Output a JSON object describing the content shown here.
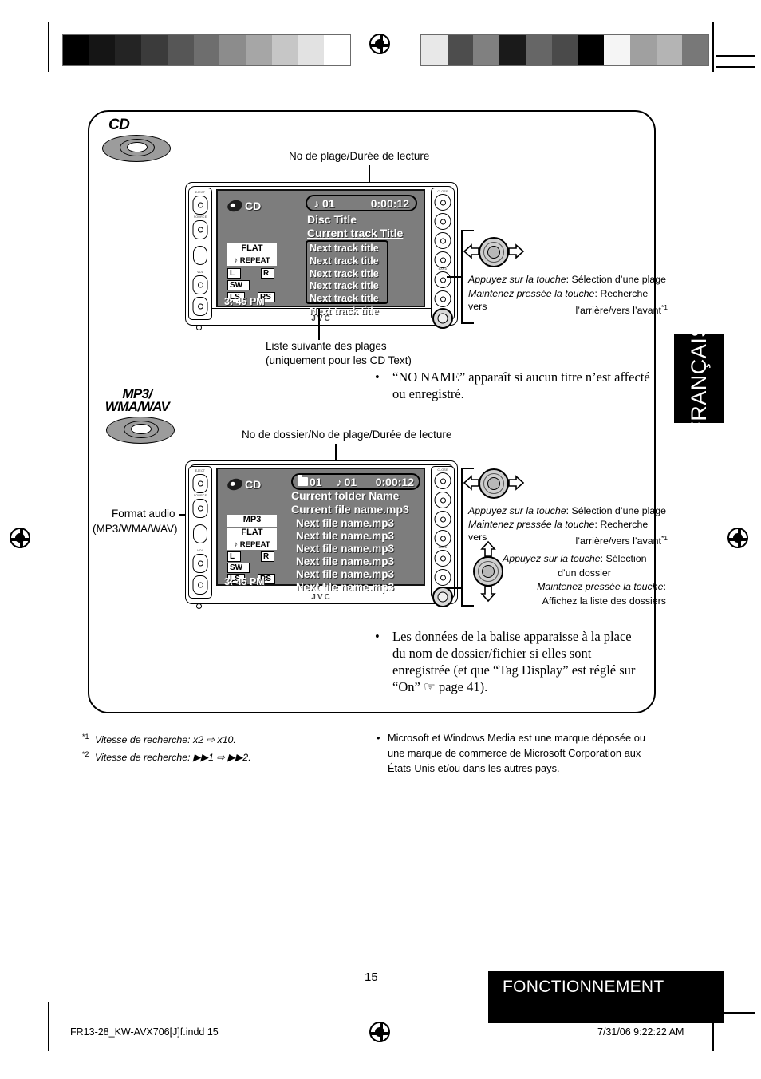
{
  "page": {
    "number": "15",
    "section_title": "FONCTIONNEMENT",
    "language_tab": "FRANÇAIS",
    "file_meta": "FR13-28_KW-AVX706[J]f.indd   15",
    "date_meta": "7/31/06   9:22:22 AM"
  },
  "cd_section": {
    "disc_label": "CD",
    "top_caption": "No de plage/Durée de lecture",
    "bottom_caption_line1": "Liste suivante des plages",
    "bottom_caption_line2": "(uniquement pour les CD Text)",
    "screen": {
      "source_label": "CD",
      "header": {
        "note_icon": "♪",
        "track_no": "01",
        "time": "0:00:12"
      },
      "disc_title": "Disc Title",
      "current_track": "Current track Title",
      "next_tracks": [
        "Next track title",
        "Next track title",
        "Next track title",
        "Next track title",
        "Next track title",
        "Next track title"
      ],
      "indicators": {
        "eq": "FLAT",
        "repeat_icon": "♪",
        "repeat": "REPEAT",
        "speakers": [
          "L",
          "R",
          "SW",
          "LS",
          "RS"
        ],
        "clock": "3: 45 PM"
      },
      "brand": "JVC"
    },
    "knob_note": {
      "press_label": "Appuyez sur la touche",
      "press_text": "Sélection d’une plage",
      "hold_label": "Maintenez pressée la touche",
      "hold_text_line1": "Recherche vers",
      "hold_text_line2": "l’arrière/vers l’avant",
      "hold_text_ref": "*1"
    },
    "note_bullet": "“NO NAME” apparaît si aucun titre n’est affecté ou enregistré."
  },
  "mp3_section": {
    "disc_label_line1": "MP3/",
    "disc_label_line2": "WMA/WAV",
    "top_caption": "No de dossier/No de plage/Durée de lecture",
    "left_caption_line1": "Format audio",
    "left_caption_line2": "(MP3/WMA/WAV)",
    "screen": {
      "source_label": "CD",
      "header": {
        "folder_icon": "folder-icon",
        "folder_no": "01",
        "note_icon": "♪",
        "track_no": "01",
        "time": "0:00:12"
      },
      "folder_name": "Current folder Name",
      "file_name": "Current file name.mp3",
      "next_files": [
        "Next file name.mp3",
        "Next file name.mp3",
        "Next file name.mp3",
        "Next file name.mp3",
        "Next file name.mp3",
        "Next file name.mp3"
      ],
      "indicators": {
        "format": "MP3",
        "eq": "FLAT",
        "repeat_icon": "♪",
        "repeat": "REPEAT",
        "speakers": [
          "L",
          "R",
          "SW",
          "LS",
          "RS"
        ],
        "clock": "3: 45 PM"
      },
      "brand": "JVC"
    },
    "knob_note_horizontal": {
      "press_label": "Appuyez sur la touche",
      "press_text": "Sélection d’une plage",
      "hold_label": "Maintenez pressée la touche",
      "hold_text_line1": "Recherche vers",
      "hold_text_line2": "l’arrière/vers l’avant",
      "hold_text_ref": "*1"
    },
    "knob_note_vertical": {
      "press_label": "Appuyez sur la touche",
      "press_text_line1": "Sélection",
      "press_text_line2": "d’un dossier",
      "hold_label": "Maintenez pressée la touche",
      "hold_text": "Affichez la liste des dossiers"
    },
    "note_bullet": "Les données de la balise apparaisse à la place du nom de dossier/fichier si elles sont enregistrée (et que “Tag Display” est réglé sur “On” ☞ page 41)."
  },
  "footnotes": {
    "ref1_mark": "*1",
    "ref1_text": "Vitesse de recherche: x2 ⇨ x10.",
    "ref2_mark": "*2",
    "ref2_text": "Vitesse de recherche: ▶▶1 ⇨ ▶▶2.",
    "trademark": "Microsoft et Windows Media est une marque déposée ou une marque de commerce de Microsoft Corporation aux États-Unis et/ou dans les autres pays."
  },
  "calibration": {
    "left_strip": [
      "#000000",
      "#151515",
      "#242424",
      "#3b3b3b",
      "#565656",
      "#6e6e6e",
      "#8c8c8c",
      "#a6a6a6",
      "#c6c6c6",
      "#e2e2e2",
      "#ffffff"
    ],
    "right_strip": [
      "#e8e8e8",
      "#4d4d4d",
      "#808080",
      "#1a1a1a",
      "#666666",
      "#4a4a4a",
      "#000000",
      "#f5f5f5",
      "#a0a0a0",
      "#b4b4b4",
      "#787878"
    ]
  }
}
